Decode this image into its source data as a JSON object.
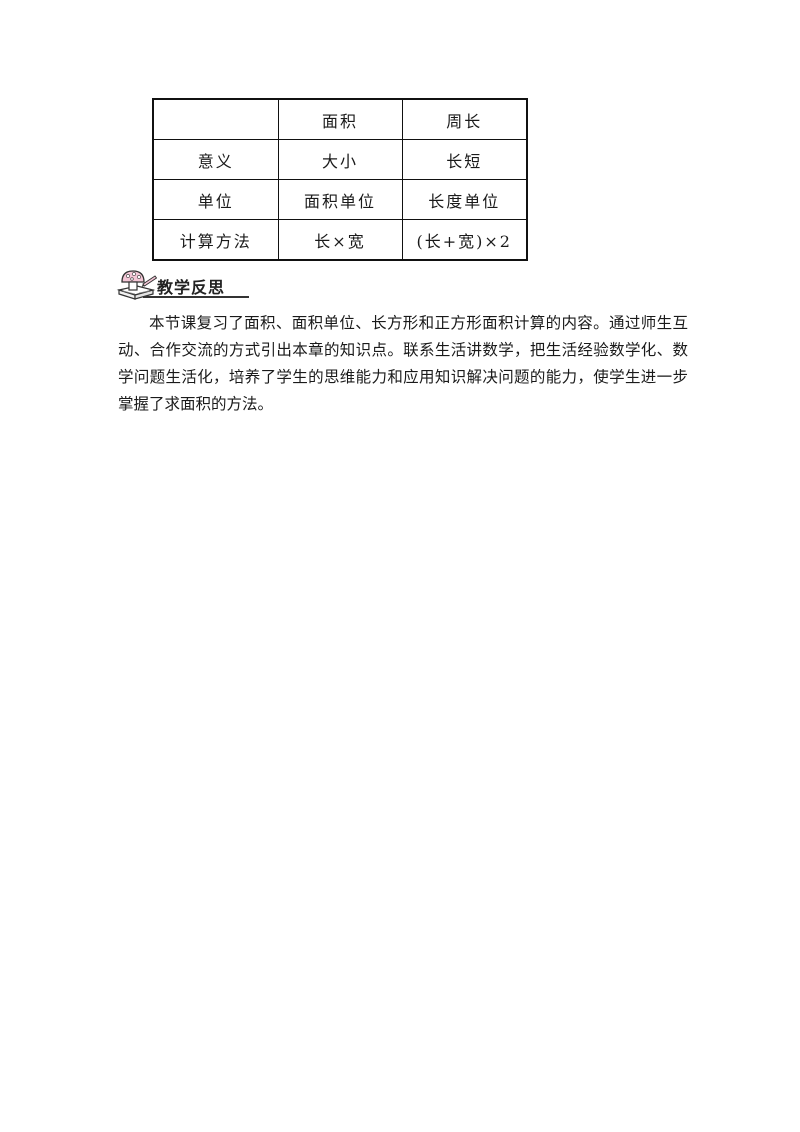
{
  "table": {
    "header": [
      "",
      "面积",
      "周长"
    ],
    "rows": [
      [
        "意义",
        "大小",
        "长短"
      ],
      [
        "单位",
        "面积单位",
        "长度单位"
      ],
      [
        "计算方法",
        "长×宽",
        "(长+宽)×2"
      ]
    ]
  },
  "reflection": {
    "icon": "pencil-book-icon",
    "title": "教学反思",
    "body": "本节课复习了面积、面积单位、长方形和正方形面积计算的内容。通过师生互动、合作交流的方式引出本章的知识点。联系生活讲数学，把生活经验数学化、数学问题生活化，培养了学生的思维能力和应用知识解决问题的能力，使学生进一步掌握了求面积的方法。"
  }
}
